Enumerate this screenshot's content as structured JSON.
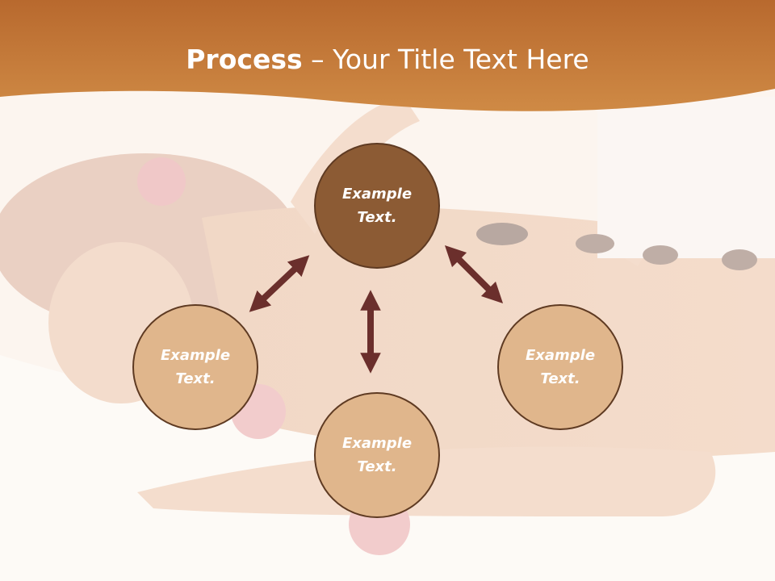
{
  "slide": {
    "title_bold": "Process",
    "title_rest": " – Your Title Text Here"
  },
  "process": {
    "nodes": [
      {
        "id": "top",
        "text": "Example\nText."
      },
      {
        "id": "left",
        "text": "Example\nText."
      },
      {
        "id": "right",
        "text": "Example\nText."
      },
      {
        "id": "bottom",
        "text": "Example\nText."
      }
    ]
  },
  "colors": {
    "header": "#c9803f",
    "node_dark": "#8c5b34",
    "node_light": "#e0b68c",
    "node_border": "#5e3a22",
    "arrow": "#6b2f2c"
  }
}
